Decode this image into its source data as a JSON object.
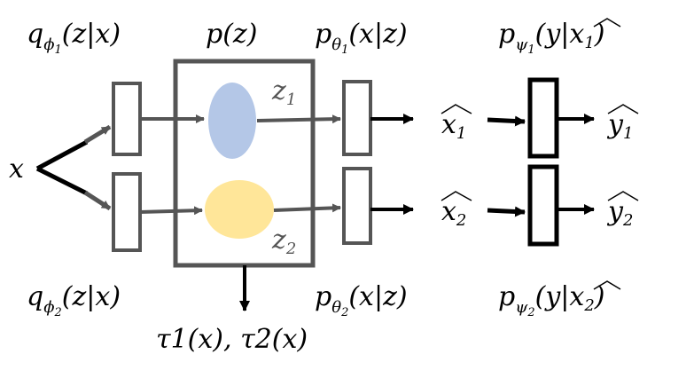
{
  "diagram": {
    "encoder_top": {
      "q": "q",
      "sub": "ϕ",
      "subsub": "1",
      "args": "(z|x)"
    },
    "encoder_bottom": {
      "q": "q",
      "sub": "ϕ",
      "subsub": "2",
      "args": "(z|x)"
    },
    "prior": {
      "text": "p(z)"
    },
    "decoder_top": {
      "p": "p",
      "sub": "θ",
      "subsub": "1",
      "args": "(x|z)"
    },
    "decoder_bottom": {
      "p": "p",
      "sub": "θ",
      "subsub": "2",
      "args": "(x|z)"
    },
    "classifier_top": {
      "p": "p",
      "sub": "ψ",
      "subsub": "1",
      "args_open": "(y|",
      "xhat": "x",
      "xhat_sub": "1",
      "args_close": ")"
    },
    "classifier_bottom": {
      "p": "p",
      "sub": "ψ",
      "subsub": "2",
      "args_open": "(y|",
      "xhat": "x",
      "xhat_sub": "2",
      "args_close": ")"
    },
    "input": {
      "text": "x"
    },
    "latent_top": {
      "z": "z",
      "sub": "1"
    },
    "latent_bottom": {
      "z": "z",
      "sub": "2"
    },
    "recon_top": {
      "x": "x",
      "sub": "1"
    },
    "recon_bottom": {
      "x": "x",
      "sub": "2"
    },
    "pred_top": {
      "y": "y",
      "sub": "1"
    },
    "pred_bottom": {
      "y": "y",
      "sub": "2"
    },
    "output": {
      "text": "τ1(x), τ2(x)"
    },
    "colors": {
      "gray": "#555555",
      "black": "#000000",
      "blue_blob": "#b4c7e7",
      "yellow_blob": "#ffe699"
    }
  }
}
